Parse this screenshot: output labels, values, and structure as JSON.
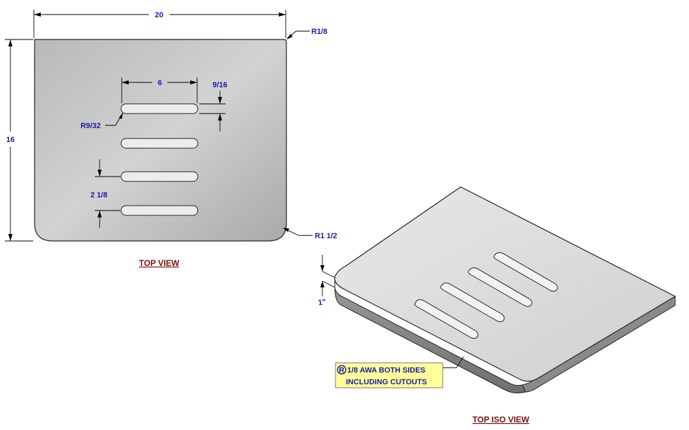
{
  "top_view": {
    "title": "TOP VIEW",
    "dim_width": "20",
    "dim_height": "16",
    "dim_slot_length": "6",
    "dim_slot_width": "9/16",
    "dim_slot_radius": "R9/32",
    "dim_slot_pitch": "2 1/8",
    "dim_corner_small": "R1/8",
    "dim_corner_large": "R1 1/2"
  },
  "iso_view": {
    "title": "TOP ISO VIEW",
    "dim_thickness": "1\"",
    "weld_symbol": "Ⓡ",
    "note_line1": "1/8 AWA BOTH SIDES",
    "note_line2": "INCLUDING CUTOUTS"
  },
  "colors": {
    "dimension_text": "#1a1aa6",
    "title_text": "#7a1010",
    "note_background": "#ffff99",
    "plate_fill": "#c8c8c8"
  }
}
